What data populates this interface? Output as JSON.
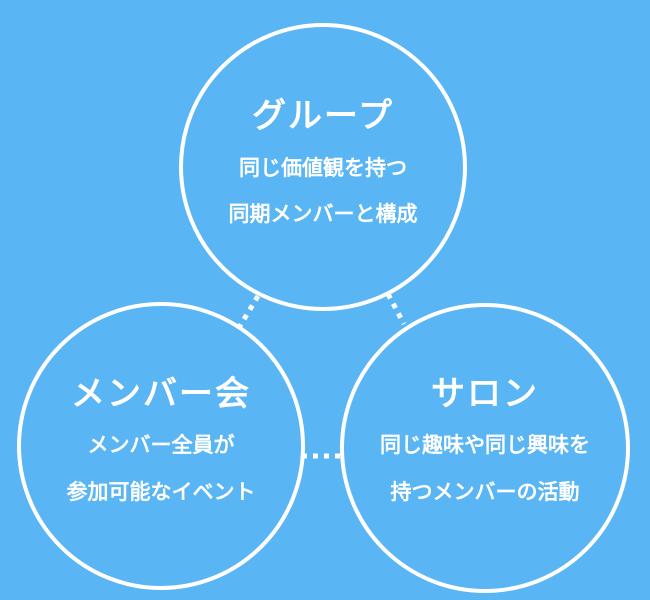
{
  "colors": {
    "background": "#59b5f4",
    "foreground": "#ffffff"
  },
  "circles": {
    "group": {
      "title": "グループ",
      "line1": "同じ価値観を持つ",
      "line2": "同期メンバーと構成"
    },
    "member_event": {
      "title": "メンバー会",
      "line1": "メンバー全員が",
      "line2": "参加可能なイベント"
    },
    "salon": {
      "title": "サロン",
      "line1": "同じ趣味や同じ興味を",
      "line2": "持つメンバーの活動"
    }
  }
}
